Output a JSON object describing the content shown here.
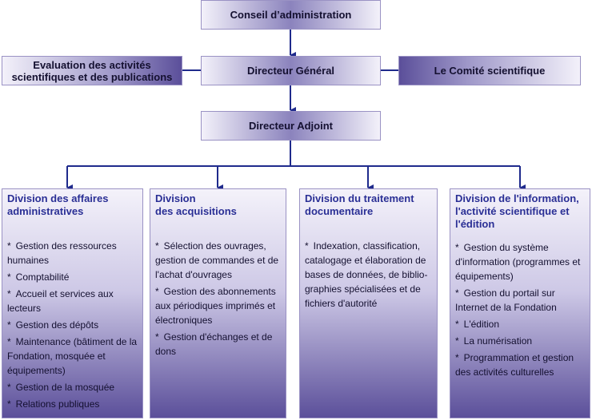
{
  "conseil": "Conseil d’administration",
  "directeur_general": "Directeur Général",
  "directeur_adjoint": "Directeur Adjoint",
  "evaluation": {
    "line1": "Evaluation des activités",
    "line2": "scientifiques et des publications"
  },
  "comite": "Le Comité scientifique",
  "divisions": [
    {
      "title_lines": [
        "Division des affaires",
        "administratives"
      ],
      "items": [
        "Gestion des ressources humaines",
        "Comptabilité",
        "Accueil et services aux lecteurs",
        "Gestion des dépôts",
        "Maintenance (bâtiment de la Fondation, mosquée et équipements)",
        "Gestion de la mosquée",
        "Relations publiques"
      ]
    },
    {
      "title_lines": [
        "Division",
        "des acquisitions"
      ],
      "items": [
        "Sélection des ouvrages, gestion de commandes et de l'achat d'ouvrages",
        "Gestion des abonnements aux périodiques imprimés et électroniques",
        "Gestion d'échanges et de dons"
      ]
    },
    {
      "title_lines": [
        "Division du traitement",
        "documentaire"
      ],
      "items": [
        "Indexation, classification, catalogage et élaboration de bases de données, de biblio-graphies spécialisées et de fichiers d'autorité"
      ]
    },
    {
      "title_lines": [
        "Division de l'information,",
        "l'activité scientifique et",
        "l'édition"
      ],
      "items": [
        "Gestion du système d'information (programmes et équipements)",
        "Gestion du portail sur Internet de la Fondation",
        "L'édition",
        "La numérisation",
        "Programmation et gestion des activités culturelles"
      ]
    }
  ]
}
